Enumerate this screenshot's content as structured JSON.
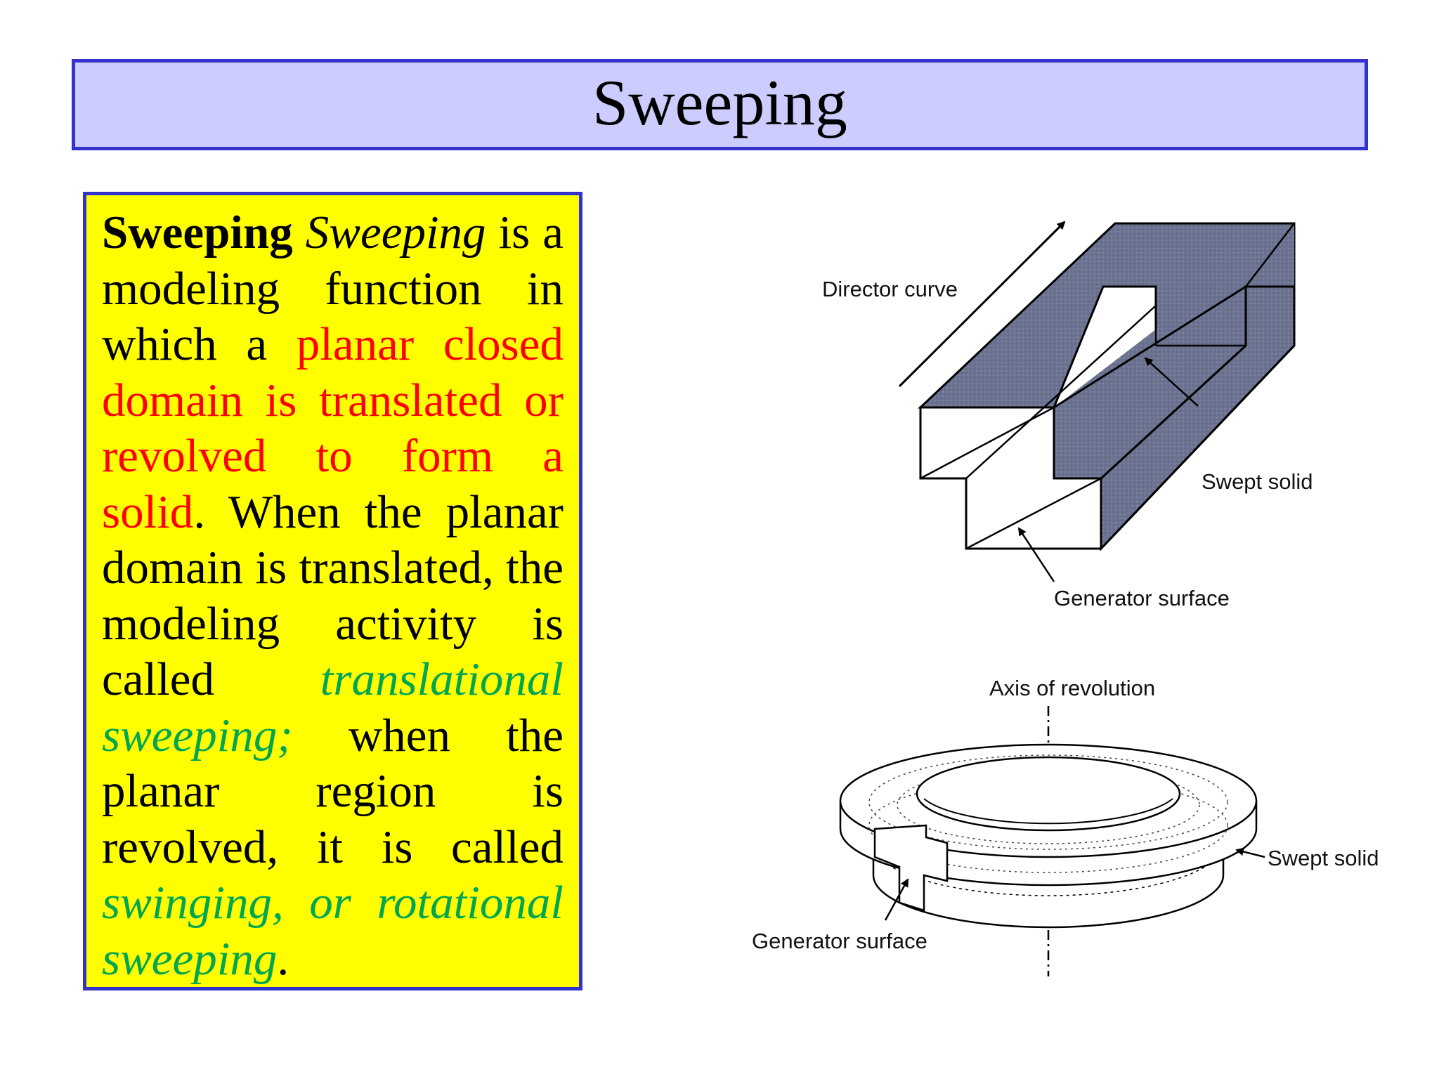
{
  "slide": {
    "title": "Sweeping"
  },
  "text_box": {
    "term": "Sweeping",
    "term_italic": "Sweeping",
    "p1": " is a modeling function in which a ",
    "red_phrase": "planar closed domain is translated or revolved to form a solid",
    "p2": ". When the planar domain is translated, the modeling activity is called ",
    "green1": "translational sweeping;",
    "p3": " when the planar region is revolved, it is called ",
    "green2": "swinging, or rotational sweeping",
    "p4": "."
  },
  "figure": {
    "top_labels": {
      "director_curve": "Director curve",
      "swept_solid": "Swept solid",
      "generator_surface": "Generator surface"
    },
    "bottom_labels": {
      "axis_of_revolution": "Axis of revolution",
      "swept_solid": "Swept solid",
      "generator_surface": "Generator surface"
    }
  },
  "colors": {
    "title_bg": "#ccccff",
    "title_border": "#3333cc",
    "text_box_bg": "#ffff00",
    "highlight_red": "#ff0000",
    "highlight_green": "#00a651",
    "swept_face": "#6b7391"
  }
}
